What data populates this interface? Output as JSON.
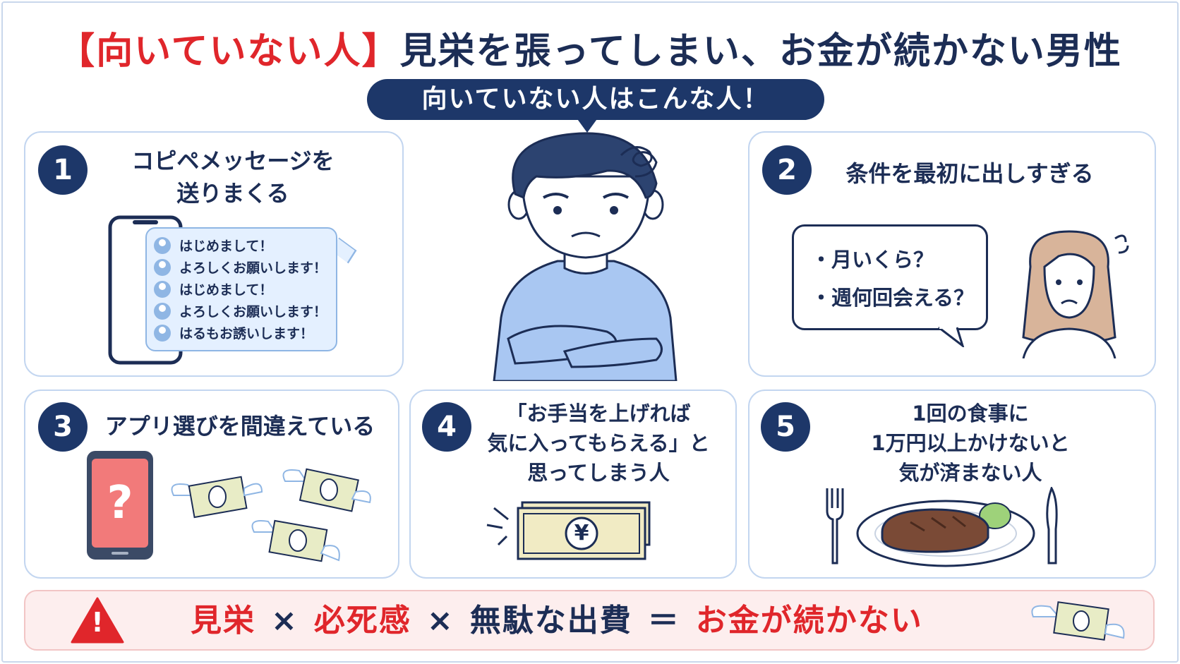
{
  "title": {
    "red_part": "【向いていない人】",
    "main_part": "見栄を張ってしまい、お金が続かない男性"
  },
  "banner": "向いていない人はこんな人！",
  "cards": [
    {
      "number": "1",
      "title_lines": [
        "コピペメッセージを",
        "送りまくる"
      ],
      "chat_lines": [
        "はじめまして！",
        "よろしくお願いします！",
        "はじめまして！",
        "よろしくお願いします！",
        "はるもお誘いします！"
      ]
    },
    {
      "number": "2",
      "title_lines": [
        "条件を最初に出しすぎる"
      ],
      "speech_lines": [
        "・月いくら？",
        "・週何回会える？"
      ]
    },
    {
      "number": "3",
      "title_lines": [
        "アプリ選びを間違えている"
      ],
      "phone_symbol": "?"
    },
    {
      "number": "4",
      "title_lines": [
        "「お手当を上げれば",
        "気に入ってもらえる」と",
        "思ってしまう人"
      ],
      "money_symbol": "¥"
    },
    {
      "number": "5",
      "title_lines": [
        "1回の食事に",
        "1万円以上かけないと",
        "気が済まない人"
      ]
    }
  ],
  "formula": {
    "term1": "見栄",
    "op1": "×",
    "term2": "必死感",
    "op2": "×",
    "term3": "無駄な出費",
    "eq": "＝",
    "result": "お金が続かない",
    "warning_symbol": "!"
  },
  "colors": {
    "navy": "#1d3769",
    "red": "#e0262b",
    "card_border": "#c3d6f0",
    "bottom_bg": "#fdeeee"
  },
  "icons": [
    "warning-icon",
    "user-icon",
    "flying-money-icon",
    "yen-bundle-icon",
    "fork-icon",
    "knife-icon",
    "steak-icon",
    "smartphone-icon",
    "worried-man-illustration",
    "worried-woman-illustration"
  ]
}
